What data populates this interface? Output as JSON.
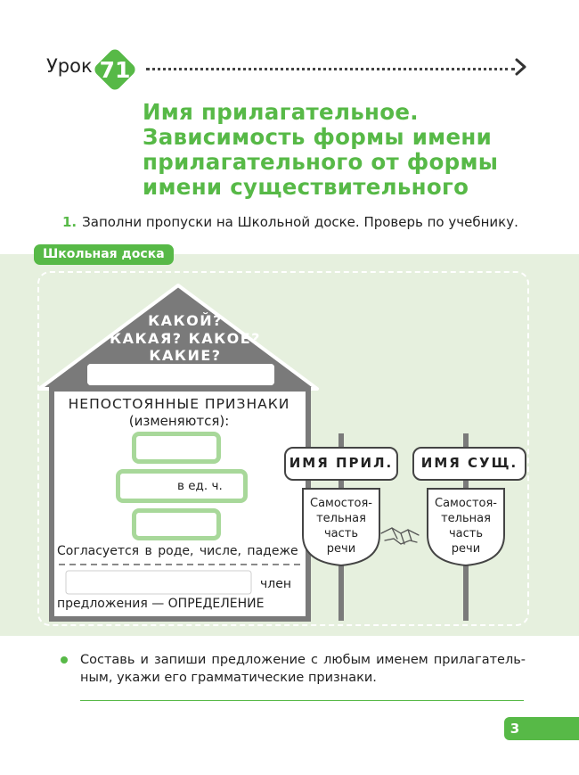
{
  "header": {
    "lesson_word": "Урок",
    "lesson_number": "71",
    "title_lines": [
      "Имя прилагательное.",
      "Зависимость формы имени",
      "прилагательного от формы",
      "имени существительного"
    ]
  },
  "task": {
    "number": "1.",
    "text": "Заполни пропуски на Школьной доске. Проверь по учебнику."
  },
  "board": {
    "label": "Школьная доска",
    "house": {
      "question_lines": [
        "КАКОЙ?",
        "КАКАЯ? КАКОЕ?",
        "КАКИЕ?"
      ],
      "nonpermanent": "НЕПОСТОЯННЫЕ ПРИЗНАКИ",
      "changes": "(изменяются):",
      "singular_note": "в ед. ч.",
      "agreement": "Согласуется в роде, числе, падеже",
      "member": "член",
      "definition": "предложения — ОПРЕДЕЛЕНИЕ"
    },
    "signs": [
      {
        "title": "ИМЯ ПРИЛ.",
        "text_lines": [
          "Самостоя-",
          "тельная",
          "часть",
          "речи"
        ]
      },
      {
        "title": "ИМЯ СУЩ.",
        "text_lines": [
          "Самостоя-",
          "тельная",
          "часть",
          "речи"
        ]
      }
    ]
  },
  "exercise": {
    "text": "Составь и запиши предложение с любым именем прилагатель­ным, укажи его грамматические признаки."
  },
  "page_number": "3",
  "colors": {
    "accent": "#57b947",
    "board_bg": "#e6f0de",
    "house_gray": "#7a7a7a",
    "slot_border": "#a8d89a"
  }
}
